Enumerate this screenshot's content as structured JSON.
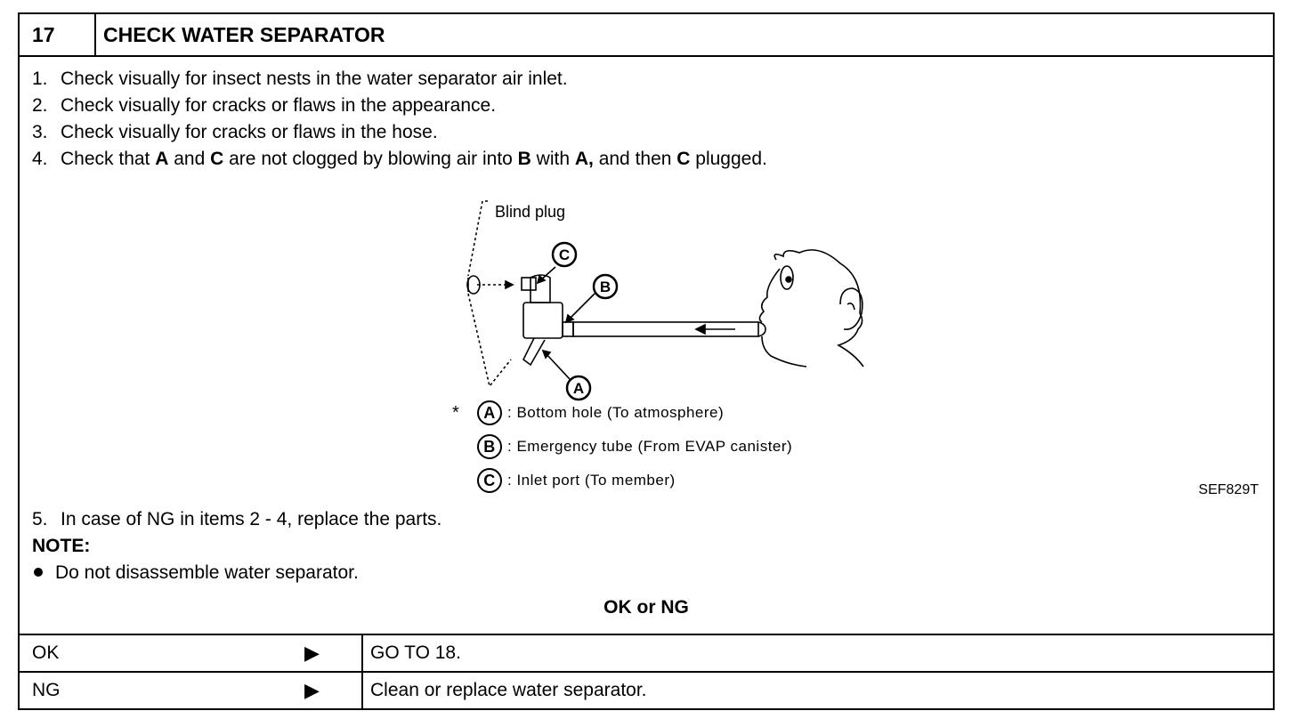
{
  "header": {
    "number": "17",
    "title": "CHECK WATER SEPARATOR"
  },
  "steps": [
    {
      "n": "1.",
      "parts": [
        "Check visually for insect nests in the water separator air inlet."
      ]
    },
    {
      "n": "2.",
      "parts": [
        "Check visually for cracks or flaws in the appearance."
      ]
    },
    {
      "n": "3.",
      "parts": [
        "Check visually for cracks or flaws in the hose."
      ]
    },
    {
      "n": "4.",
      "parts": [
        "Check that ",
        "A",
        " and ",
        "C",
        " are not clogged by blowing air into ",
        "B",
        " with ",
        "A,",
        " and then ",
        "C",
        " plugged."
      ]
    }
  ],
  "figure": {
    "blind_plug_label": "Blind plug",
    "callout_a": "A",
    "callout_b": "B",
    "callout_c": "C",
    "figure_id": "SEF829T",
    "legend": [
      {
        "star": "*",
        "letter": "A",
        "text": ": Bottom hole (To atmosphere)"
      },
      {
        "star": "",
        "letter": "B",
        "text": ": Emergency tube (From EVAP canister)"
      },
      {
        "star": "",
        "letter": "C",
        "text": ": Inlet port (To member)"
      }
    ]
  },
  "step5": {
    "n": "5.",
    "text": "In case of NG in items 2 - 4, replace the parts."
  },
  "note": {
    "title": "NOTE:",
    "bullet": "Do not disassemble water separator."
  },
  "decision": {
    "title": "OK or NG",
    "rows": [
      {
        "label": "OK",
        "arrow": "▶",
        "result": "GO TO 18."
      },
      {
        "label": "NG",
        "arrow": "▶",
        "result": "Clean or replace water separator."
      }
    ]
  }
}
